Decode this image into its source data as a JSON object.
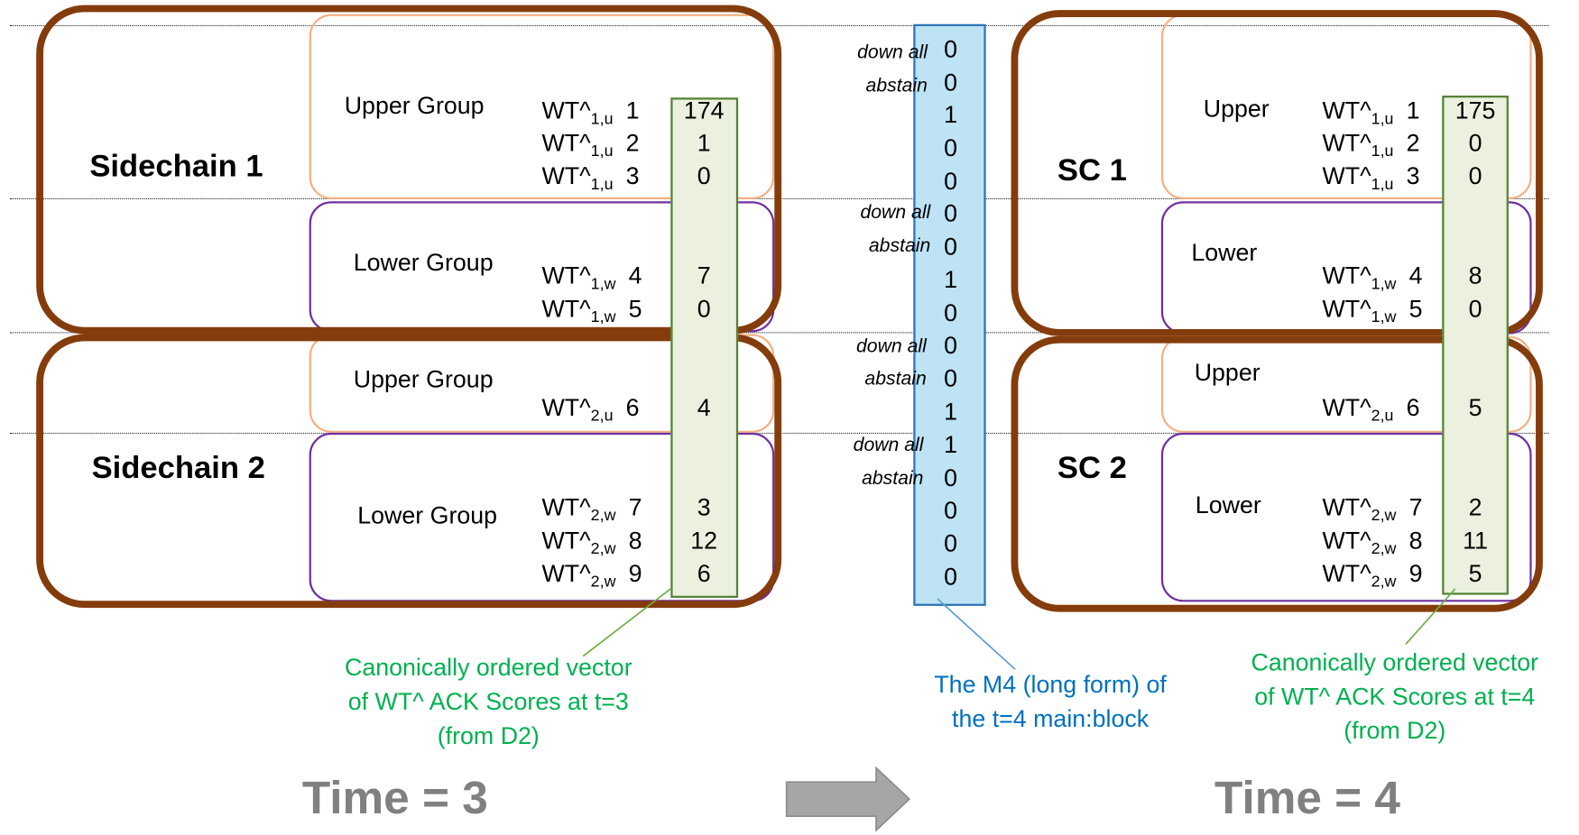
{
  "t3": {
    "sidechain1_title": "Sidechain 1",
    "sidechain2_title": "Sidechain 2",
    "upper_group_1": "Upper Group",
    "lower_group_1": "Lower Group",
    "upper_group_2": "Upper Group",
    "lower_group_2": "Lower Group",
    "rows": [
      {
        "label": "WT^",
        "sub": "1,u",
        "idx": "1",
        "value": "174"
      },
      {
        "label": "WT^",
        "sub": "1,u",
        "idx": "2",
        "value": "1"
      },
      {
        "label": "WT^",
        "sub": "1,u",
        "idx": "3",
        "value": "0"
      },
      {
        "label": "WT^",
        "sub": "1,w",
        "idx": "4",
        "value": "7"
      },
      {
        "label": "WT^",
        "sub": "1,w",
        "idx": "5",
        "value": "0"
      },
      {
        "label": "WT^",
        "sub": "2,u",
        "idx": "6",
        "value": "4"
      },
      {
        "label": "WT^",
        "sub": "2,w",
        "idx": "7",
        "value": "3"
      },
      {
        "label": "WT^",
        "sub": "2,w",
        "idx": "8",
        "value": "12"
      },
      {
        "label": "WT^",
        "sub": "2,w",
        "idx": "9",
        "value": "6"
      }
    ],
    "caption": [
      "Canonically ordered vector",
      "of WT^ ACK Scores at t=3",
      "(from D2)"
    ],
    "time_label": "Time = 3"
  },
  "m4": {
    "bits": [
      "0",
      "0",
      "1",
      "0",
      "0",
      "0",
      "0",
      "1",
      "0",
      "0",
      "0",
      "1",
      "1",
      "0",
      "0",
      "0",
      "0"
    ],
    "tags": [
      {
        "down": "down all",
        "abstain": "abstain"
      },
      {
        "down": "down all",
        "abstain": "abstain"
      },
      {
        "down": "down all",
        "abstain": "abstain"
      },
      {
        "down": "down all",
        "abstain": "abstain"
      }
    ],
    "caption": [
      "The M4 (long form) of",
      "the t=4 main:block"
    ]
  },
  "t4": {
    "sc1_title": "SC 1",
    "sc2_title": "SC 2",
    "upper_1": "Upper",
    "lower_1": "Lower",
    "upper_2": "Upper",
    "lower_2": "Lower",
    "rows": [
      {
        "label": "WT^",
        "sub": "1,u",
        "idx": "1",
        "value": "175"
      },
      {
        "label": "WT^",
        "sub": "1,u",
        "idx": "2",
        "value": "0"
      },
      {
        "label": "WT^",
        "sub": "1,u",
        "idx": "3",
        "value": "0"
      },
      {
        "label": "WT^",
        "sub": "1,w",
        "idx": "4",
        "value": "8"
      },
      {
        "label": "WT^",
        "sub": "1,w",
        "idx": "5",
        "value": "0"
      },
      {
        "label": "WT^",
        "sub": "2,u",
        "idx": "6",
        "value": "5"
      },
      {
        "label": "WT^",
        "sub": "2,w",
        "idx": "7",
        "value": "2"
      },
      {
        "label": "WT^",
        "sub": "2,w",
        "idx": "8",
        "value": "11"
      },
      {
        "label": "WT^",
        "sub": "2,w",
        "idx": "9",
        "value": "5"
      }
    ],
    "caption": [
      "Canonically ordered vector",
      "of WT^ ACK Scores at t=4",
      "(from D2)"
    ],
    "time_label": "Time = 4"
  },
  "colors": {
    "sidechain_border": "#843c0c",
    "upper_group_border": "#f4b183",
    "lower_group_border": "#7030a0",
    "vector_fill": "#ebf1de",
    "vector_border": "#548235",
    "m4_fill": "#bde3f5",
    "m4_border": "#2e75b6",
    "caption_green": "#00b050",
    "caption_blue": "#0070c0",
    "time_gray": "#808080"
  }
}
